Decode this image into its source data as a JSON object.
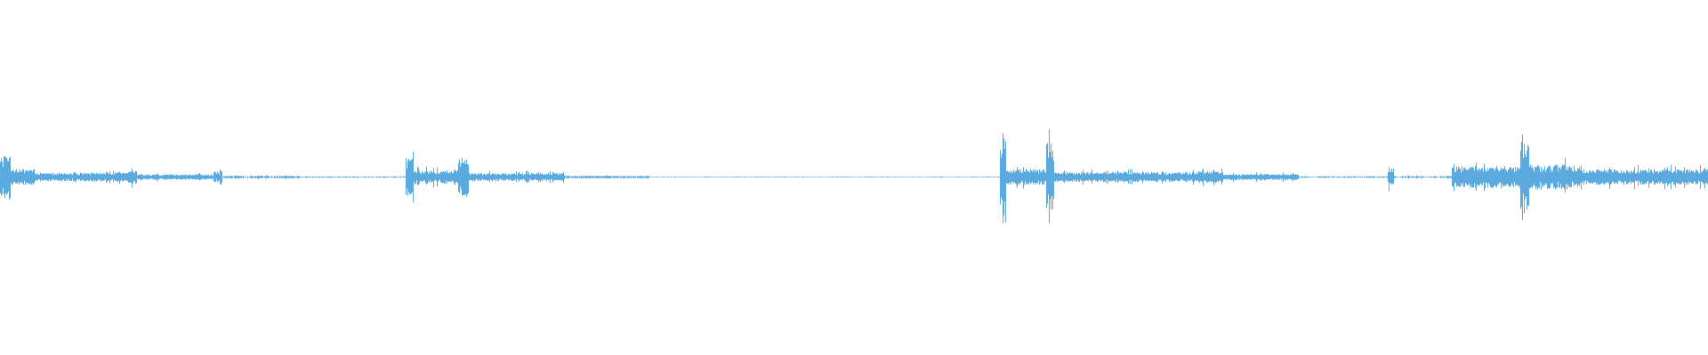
{
  "waveform": {
    "color": "#5aaae0",
    "background": "#ffffff",
    "segments": [
      {
        "from": 0.0,
        "to": 0.006,
        "amp": 0.1,
        "density": 1.0
      },
      {
        "from": 0.006,
        "to": 0.02,
        "amp": 0.035,
        "density": 1.0
      },
      {
        "from": 0.02,
        "to": 0.075,
        "amp": 0.02,
        "density": 1.0
      },
      {
        "from": 0.075,
        "to": 0.08,
        "amp": 0.03,
        "density": 1.0
      },
      {
        "from": 0.08,
        "to": 0.125,
        "amp": 0.012,
        "density": 1.0
      },
      {
        "from": 0.125,
        "to": 0.13,
        "amp": 0.025,
        "density": 1.0
      },
      {
        "from": 0.13,
        "to": 0.175,
        "amp": 0.006,
        "density": 0.8
      },
      {
        "from": 0.175,
        "to": 0.237,
        "amp": 0.003,
        "density": 0.6
      },
      {
        "from": 0.237,
        "to": 0.242,
        "amp": 0.09,
        "density": 1.0
      },
      {
        "from": 0.242,
        "to": 0.268,
        "amp": 0.03,
        "density": 1.0
      },
      {
        "from": 0.268,
        "to": 0.274,
        "amp": 0.1,
        "density": 1.0
      },
      {
        "from": 0.274,
        "to": 0.33,
        "amp": 0.018,
        "density": 1.0
      },
      {
        "from": 0.33,
        "to": 0.38,
        "amp": 0.006,
        "density": 0.9
      },
      {
        "from": 0.38,
        "to": 0.585,
        "amp": 0.002,
        "density": 0.35
      },
      {
        "from": 0.585,
        "to": 0.589,
        "amp": 0.13,
        "density": 1.0
      },
      {
        "from": 0.589,
        "to": 0.612,
        "amp": 0.035,
        "density": 1.0
      },
      {
        "from": 0.612,
        "to": 0.617,
        "amp": 0.16,
        "density": 1.0
      },
      {
        "from": 0.617,
        "to": 0.7,
        "amp": 0.022,
        "density": 1.0
      },
      {
        "from": 0.7,
        "to": 0.716,
        "amp": 0.028,
        "density": 1.0
      },
      {
        "from": 0.716,
        "to": 0.76,
        "amp": 0.014,
        "density": 1.0
      },
      {
        "from": 0.76,
        "to": 0.812,
        "amp": 0.004,
        "density": 0.7
      },
      {
        "from": 0.812,
        "to": 0.816,
        "amp": 0.04,
        "density": 1.0
      },
      {
        "from": 0.816,
        "to": 0.85,
        "amp": 0.005,
        "density": 0.7
      },
      {
        "from": 0.85,
        "to": 0.89,
        "amp": 0.05,
        "density": 1.0
      },
      {
        "from": 0.89,
        "to": 0.895,
        "amp": 0.16,
        "density": 1.0
      },
      {
        "from": 0.895,
        "to": 0.92,
        "amp": 0.055,
        "density": 1.0
      },
      {
        "from": 0.92,
        "to": 1.0,
        "amp": 0.035,
        "density": 1.0
      }
    ]
  }
}
